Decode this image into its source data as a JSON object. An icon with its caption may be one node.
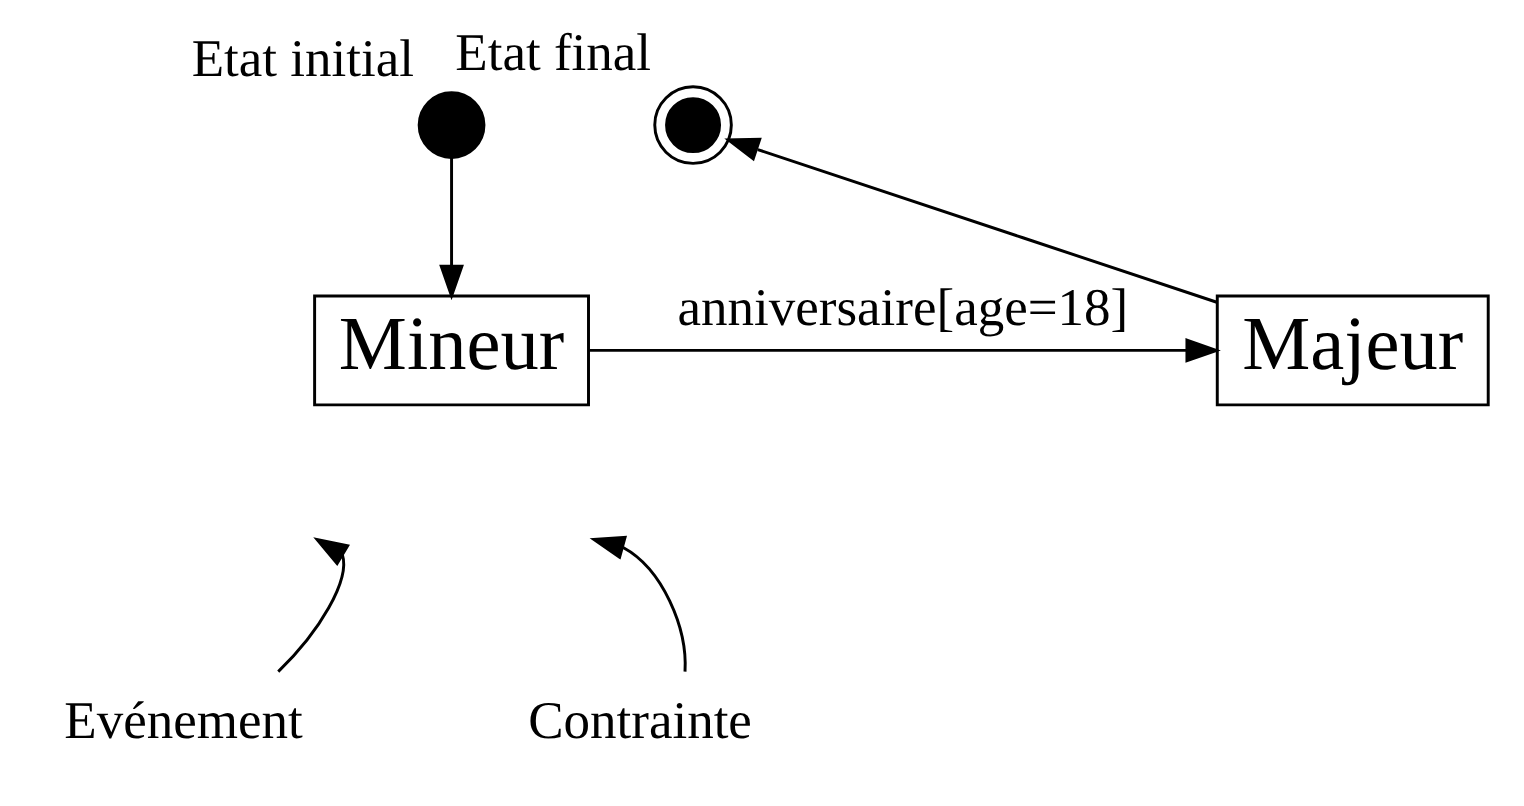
{
  "diagram": {
    "nodes": [
      {
        "text": [],
        "shape": "circle",
        "beside": [
          "Etat initial"
        ]
      },
      {
        "text": [],
        "shape": "circle",
        "beside": [
          "Etat final"
        ]
      },
      {
        "text": [
          "Mineur"
        ]
      },
      {
        "text": [
          "Majeur"
        ]
      },
      {
        "text": [
          "Evénement"
        ]
      },
      {
        "text": [
          "Contrainte"
        ]
      }
    ],
    "edges": [
      {
        "from": 0,
        "to": 2,
        "arrow": "to"
      },
      {
        "from": 2,
        "to": 3,
        "arrow": "to",
        "label": "anniversaire[age=18]"
      },
      {
        "from": 3,
        "to": 1,
        "arrow": "to"
      },
      {
        "from": 4,
        "to": null,
        "arrow": "to"
      },
      {
        "from": 5,
        "to": null,
        "arrow": "to"
      }
    ]
  }
}
